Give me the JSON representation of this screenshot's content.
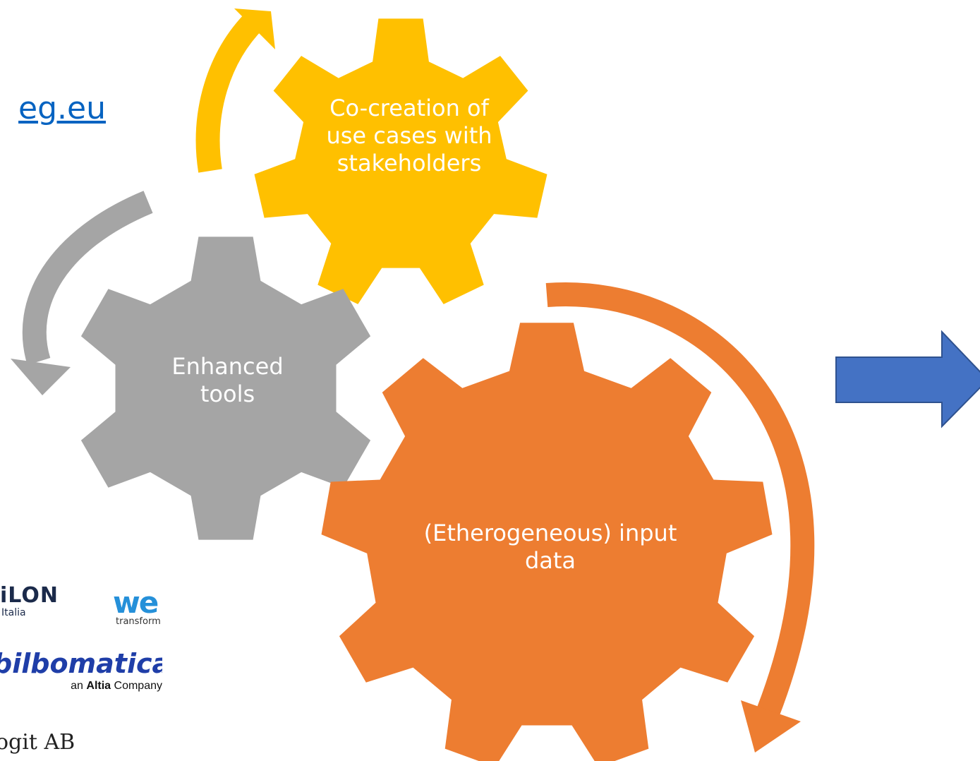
{
  "link": {
    "text": "eg.eu",
    "color": "#0563c1"
  },
  "gears": {
    "yellow": {
      "label": "Co-creation of use cases with stakeholders",
      "color": "#ffc000"
    },
    "gray": {
      "label": "Enhanced tools",
      "color": "#a5a5a5"
    },
    "orange": {
      "label": "(Etherogeneous) input data",
      "color": "#ed7d31"
    }
  },
  "arrows": {
    "yellow_arrow_color": "#ffc000",
    "gray_arrow_color": "#a5a5a5",
    "orange_arrow_color": "#ed7d31",
    "next_arrow_color": "#4472c4"
  },
  "logos": {
    "ilon_main": "iLON",
    "ilon_sub": "Italia",
    "we_main": "we",
    "we_sub": "transform",
    "bilbo_main": "bilbomatica",
    "bilbo_sub_prefix": "an ",
    "bilbo_sub_bold": "Altia",
    "bilbo_sub_suffix": " Company",
    "ogit": "ogit AB"
  }
}
